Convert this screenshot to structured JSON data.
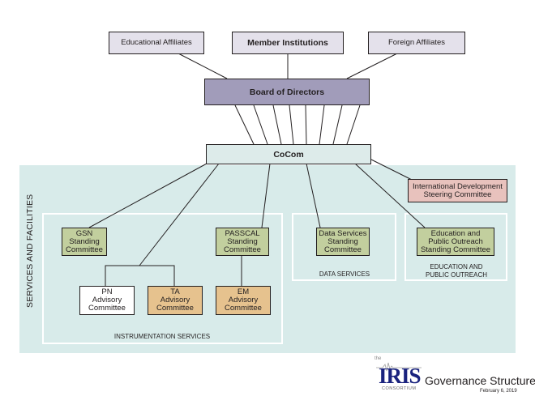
{
  "nodes": {
    "educational_affiliates": "Educational Affiliates",
    "member_institutions": "Member Institutions",
    "foreign_affiliates": "Foreign Affiliates",
    "board_of_directors": "Board of Directors",
    "cocom": "CoCom",
    "international_development": "International Development\nSteering Committee",
    "gsn": "GSN\nStanding\nCommittee",
    "passcal": "PASSCAL\nStanding\nCommittee",
    "data_services": "Data Services\nStanding\nCommittee",
    "epo": "Education and\nPublic Outreach\nStanding Committee",
    "pn": "PN\nAdvisory\nCommittee",
    "ta": "TA\nAdvisory\nCommittee",
    "em": "EM\nAdvisory\nCommittee"
  },
  "groups": {
    "services_and_facilities": "SERVICES AND FACILITIES",
    "instrumentation_services": "INSTRUMENTATION SERVICES",
    "data_services": "DATA SERVICES",
    "education_public_outreach": "EDUCATION AND\nPUBLIC OUTREACH"
  },
  "footer": {
    "logo_the": "the",
    "logo_name": "IRIS",
    "logo_sub": "CONSORTIUM",
    "title": "Governance Structure",
    "date": "February 6, 2019"
  },
  "colors": {
    "affiliates": "#e4e1eb",
    "board": "#a19cba",
    "cocom": "#ddebea",
    "standing_committee": "#c2cf9e",
    "advisory_tan": "#e6c28e",
    "international": "#e8c2bd",
    "services_panel": "#d8ebea",
    "logo_blue": "#1a237e"
  }
}
